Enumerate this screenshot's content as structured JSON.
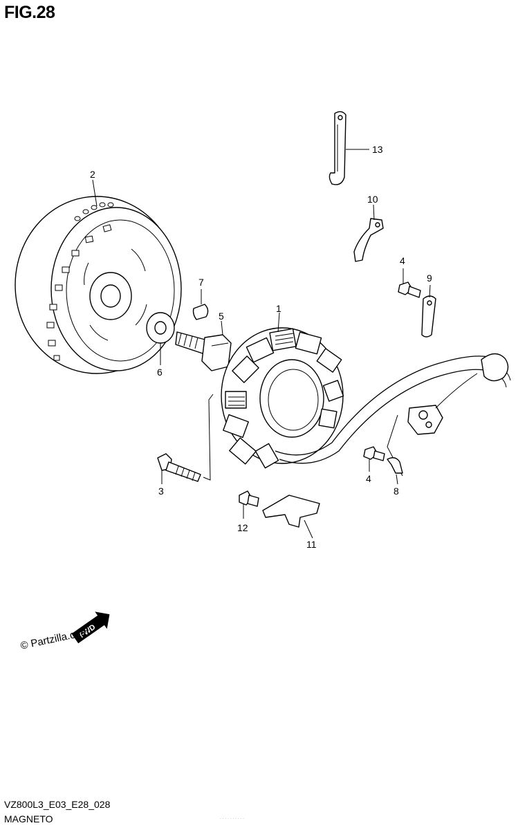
{
  "figure": {
    "title": "FIG.28"
  },
  "callouts": [
    {
      "id": "1",
      "label": "1"
    },
    {
      "id": "2",
      "label": "2"
    },
    {
      "id": "3",
      "label": "3"
    },
    {
      "id": "4a",
      "label": "4"
    },
    {
      "id": "4b",
      "label": "4"
    },
    {
      "id": "5",
      "label": "5"
    },
    {
      "id": "6",
      "label": "6"
    },
    {
      "id": "7",
      "label": "7"
    },
    {
      "id": "8",
      "label": "8"
    },
    {
      "id": "9",
      "label": "9"
    },
    {
      "id": "10",
      "label": "10"
    },
    {
      "id": "11",
      "label": "11"
    },
    {
      "id": "12",
      "label": "12"
    },
    {
      "id": "13",
      "label": "13"
    }
  ],
  "fwd_badge": "FWD",
  "watermark": "© Partzilla.com",
  "footer": {
    "code": "VZ800L3_E03_E28_028",
    "name": "MAGNETO",
    "micro": "· · · · ·  · ·  ·  ·  ·"
  }
}
